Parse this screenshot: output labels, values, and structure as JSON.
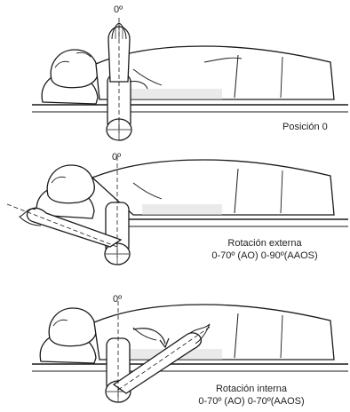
{
  "panels": [
    {
      "angle_label": "0º",
      "caption_lines": [
        "Posición 0"
      ]
    },
    {
      "angle_label": "0º",
      "caption_lines": [
        "Rotación externa",
        "0-70º (AO) 0-90º(AAOS)"
      ]
    },
    {
      "angle_label": "0º",
      "caption_lines": [
        "Rotación interna",
        "0-70º (AO) 0-70º(AAOS)"
      ]
    }
  ],
  "colors": {
    "line": "#1a1a1a",
    "shade": "#d9d9d9",
    "background": "#ffffff"
  }
}
